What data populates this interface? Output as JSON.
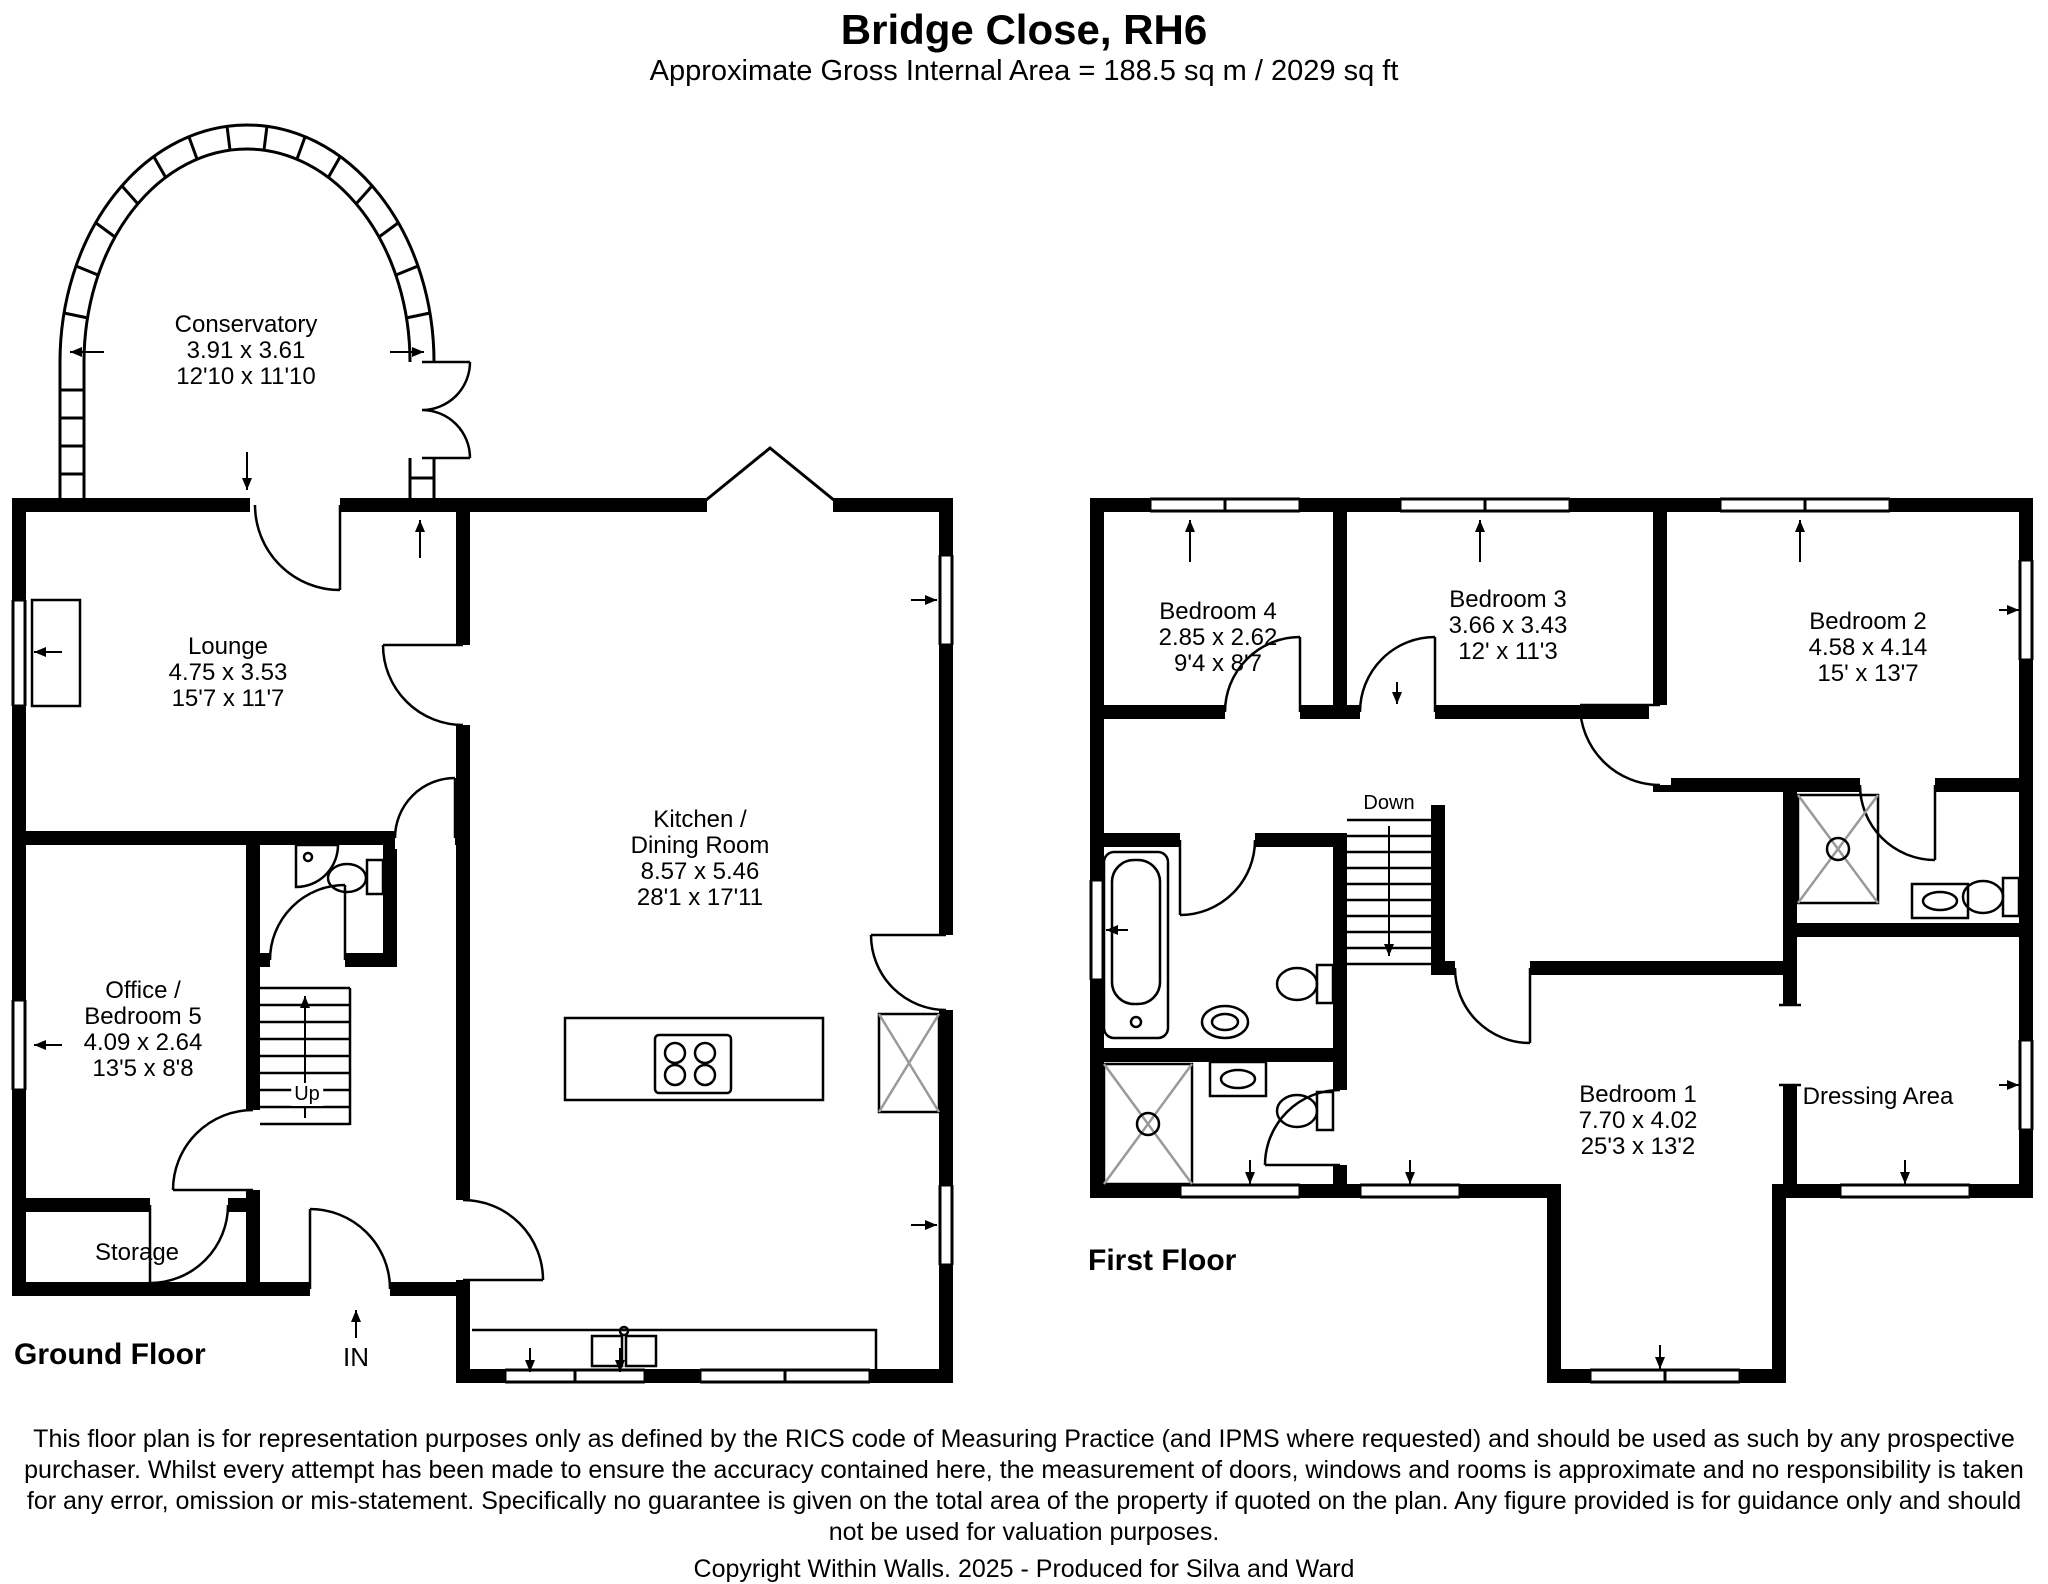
{
  "colors": {
    "ink": "#000000",
    "background": "#ffffff",
    "hatch": "#999999"
  },
  "header": {
    "title": "Bridge Close, RH6",
    "subtitle": "Approximate Gross Internal Area = 188.5 sq m / 2029 sq ft"
  },
  "ground_floor": {
    "label": "Ground Floor",
    "entrance_label": "IN",
    "stairs_label": "Up",
    "rooms": {
      "conservatory": {
        "name": "Conservatory",
        "metric": "3.91 x 3.61",
        "imperial": "12'10 x 11'10"
      },
      "lounge": {
        "name": "Lounge",
        "metric": "4.75 x 3.53",
        "imperial": "15'7 x 11'7"
      },
      "kitchen": {
        "name": "Kitchen /\nDining Room",
        "metric": "8.57 x 5.46",
        "imperial": "28'1 x 17'11"
      },
      "office": {
        "name": "Office /\nBedroom 5",
        "metric": "4.09 x 2.64",
        "imperial": "13'5 x 8'8"
      },
      "storage": {
        "name": "Storage"
      }
    }
  },
  "first_floor": {
    "label": "First Floor",
    "stairs_label": "Down",
    "rooms": {
      "bedroom4": {
        "name": "Bedroom 4",
        "metric": "2.85 x 2.62",
        "imperial": "9'4 x 8'7"
      },
      "bedroom3": {
        "name": "Bedroom 3",
        "metric": "3.66 x 3.43",
        "imperial": "12' x 11'3"
      },
      "bedroom2": {
        "name": "Bedroom 2",
        "metric": "4.58 x 4.14",
        "imperial": "15' x 13'7"
      },
      "bedroom1": {
        "name": "Bedroom 1",
        "metric": "7.70 x 4.02",
        "imperial": "25'3 x 13'2"
      },
      "dressing": {
        "name": "Dressing Area"
      }
    }
  },
  "footer": {
    "disclaimer": "This floor plan is for representation purposes only as defined by the RICS code of Measuring Practice (and IPMS where requested) and should be used as such by any prospective purchaser. Whilst every attempt has been made to ensure the accuracy contained here, the measurement of doors, windows and rooms is approximate and no responsibility is taken for any error, omission or mis-statement. Specifically no guarantee is given on the total area of the property if quoted on the plan. Any figure provided is for guidance only and should not be used for valuation purposes.",
    "copyright": "Copyright Within Walls. 2025 - Produced for Silva and Ward"
  }
}
